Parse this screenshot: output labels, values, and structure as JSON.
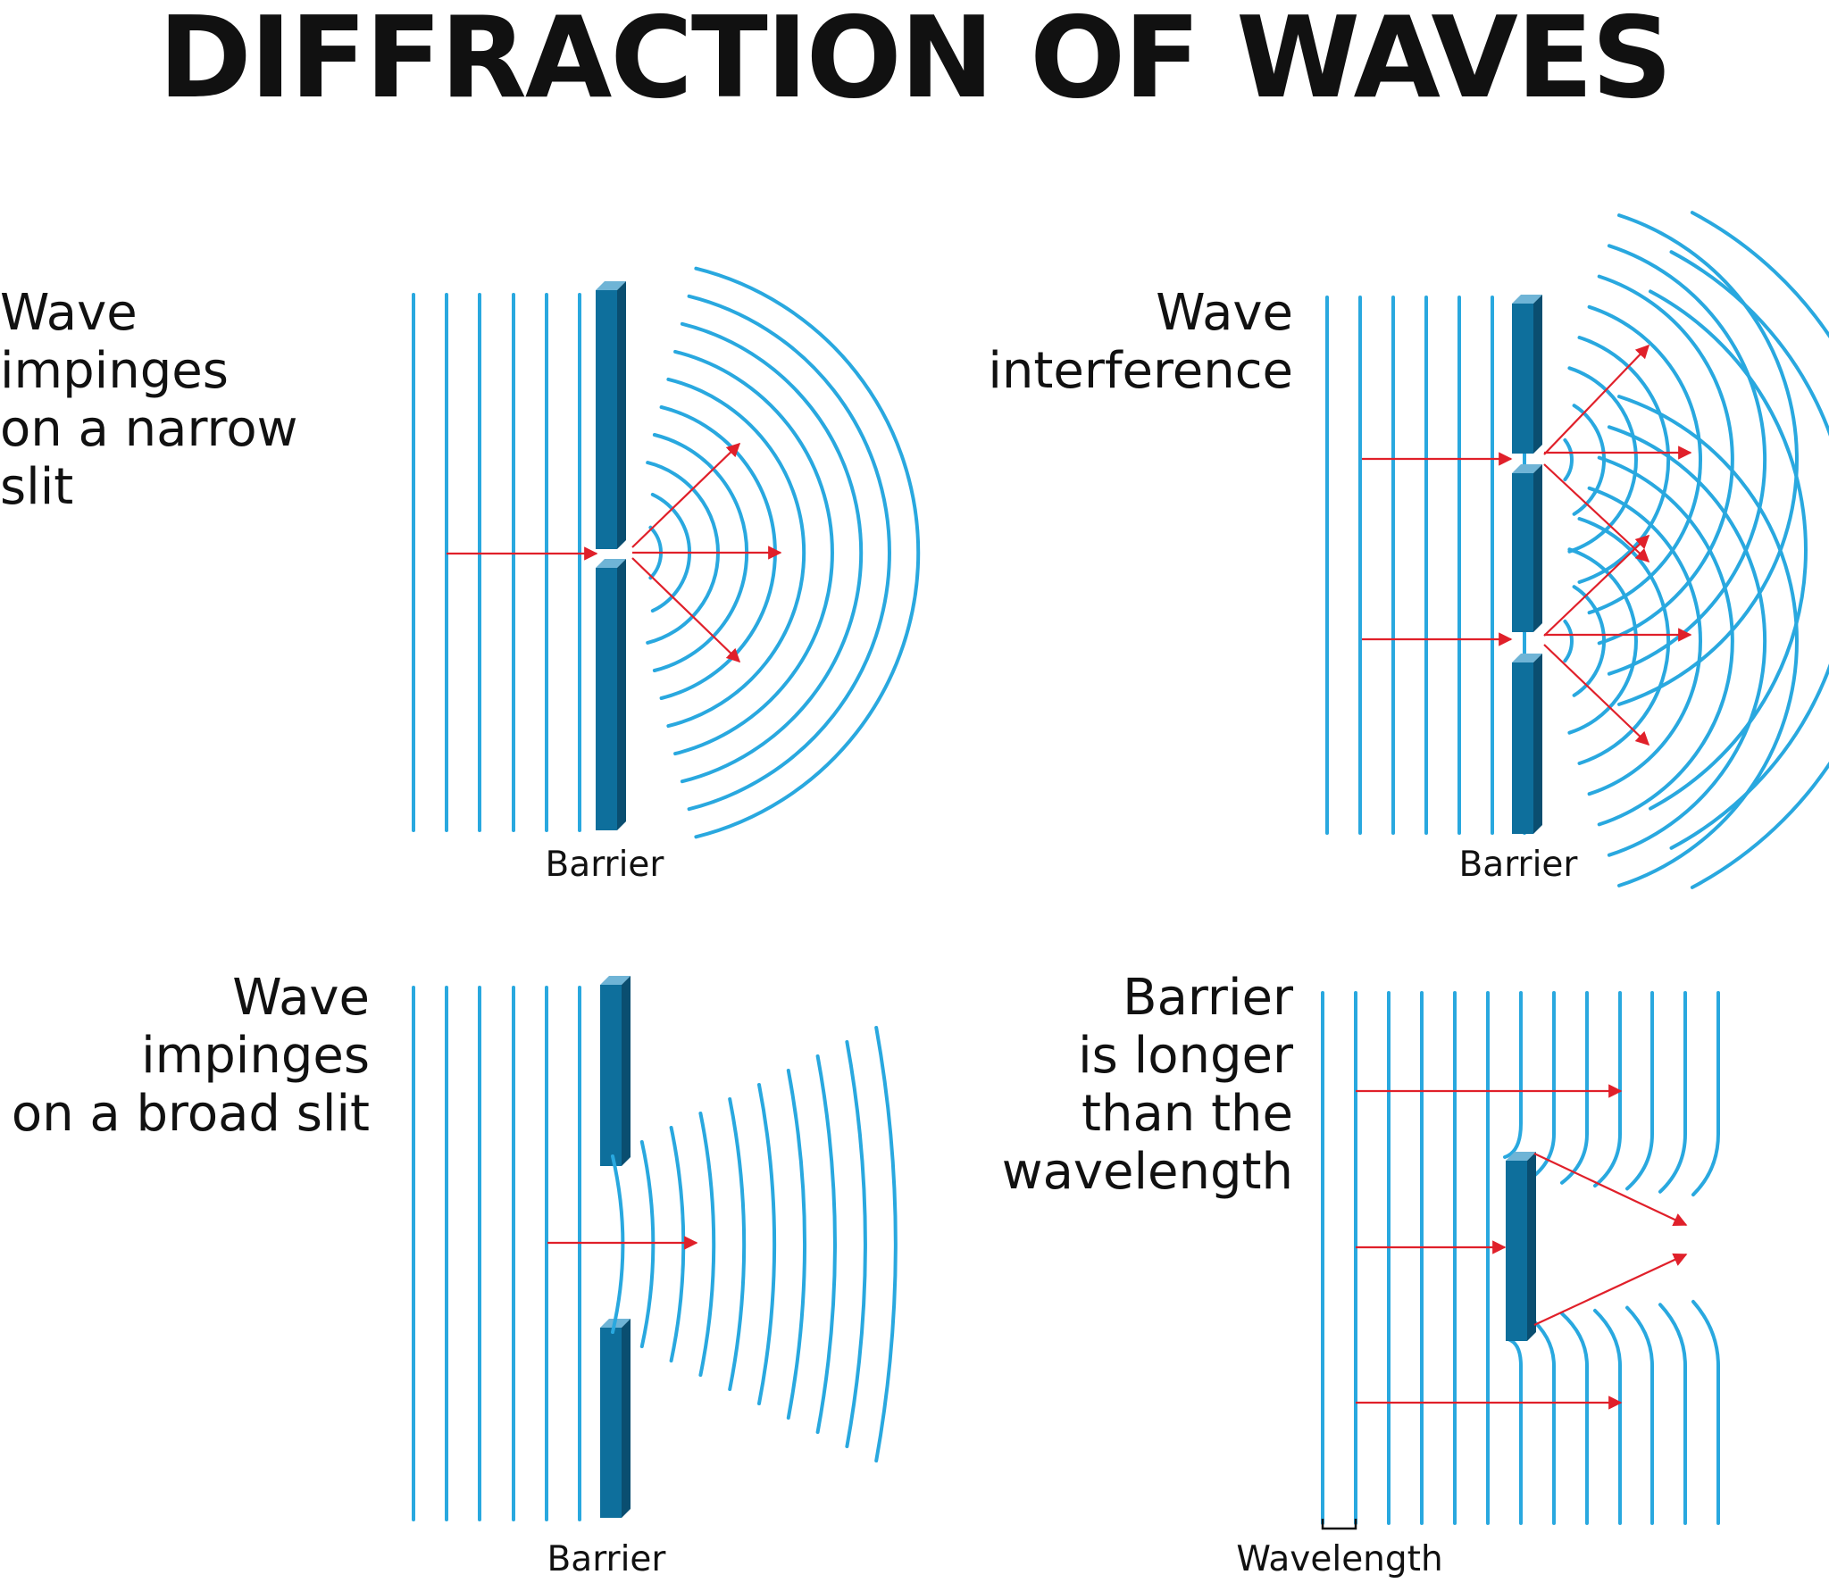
{
  "title": "DIFFRACTION OF WAVES",
  "colors": {
    "wave": "#29A8DF",
    "arrow": "#E0202A",
    "barrier_front": "#0E6F9C",
    "barrier_side": "#0A4E70",
    "barrier_top": "#6FB4D6",
    "text": "#111111"
  },
  "panels": [
    {
      "id": "narrow-slit",
      "title": "Wave impinges\non a narrow slit",
      "caption": "Barrier"
    },
    {
      "id": "interference",
      "title": "Wave\ninterference",
      "caption": "Barrier"
    },
    {
      "id": "broad-slit",
      "title": "Wave impinges\non a broad slit",
      "caption": "Barrier"
    },
    {
      "id": "long-barrier",
      "title": "Barrier\nis longer\nthan the\nwavelength",
      "caption": "Wavelength"
    }
  ]
}
